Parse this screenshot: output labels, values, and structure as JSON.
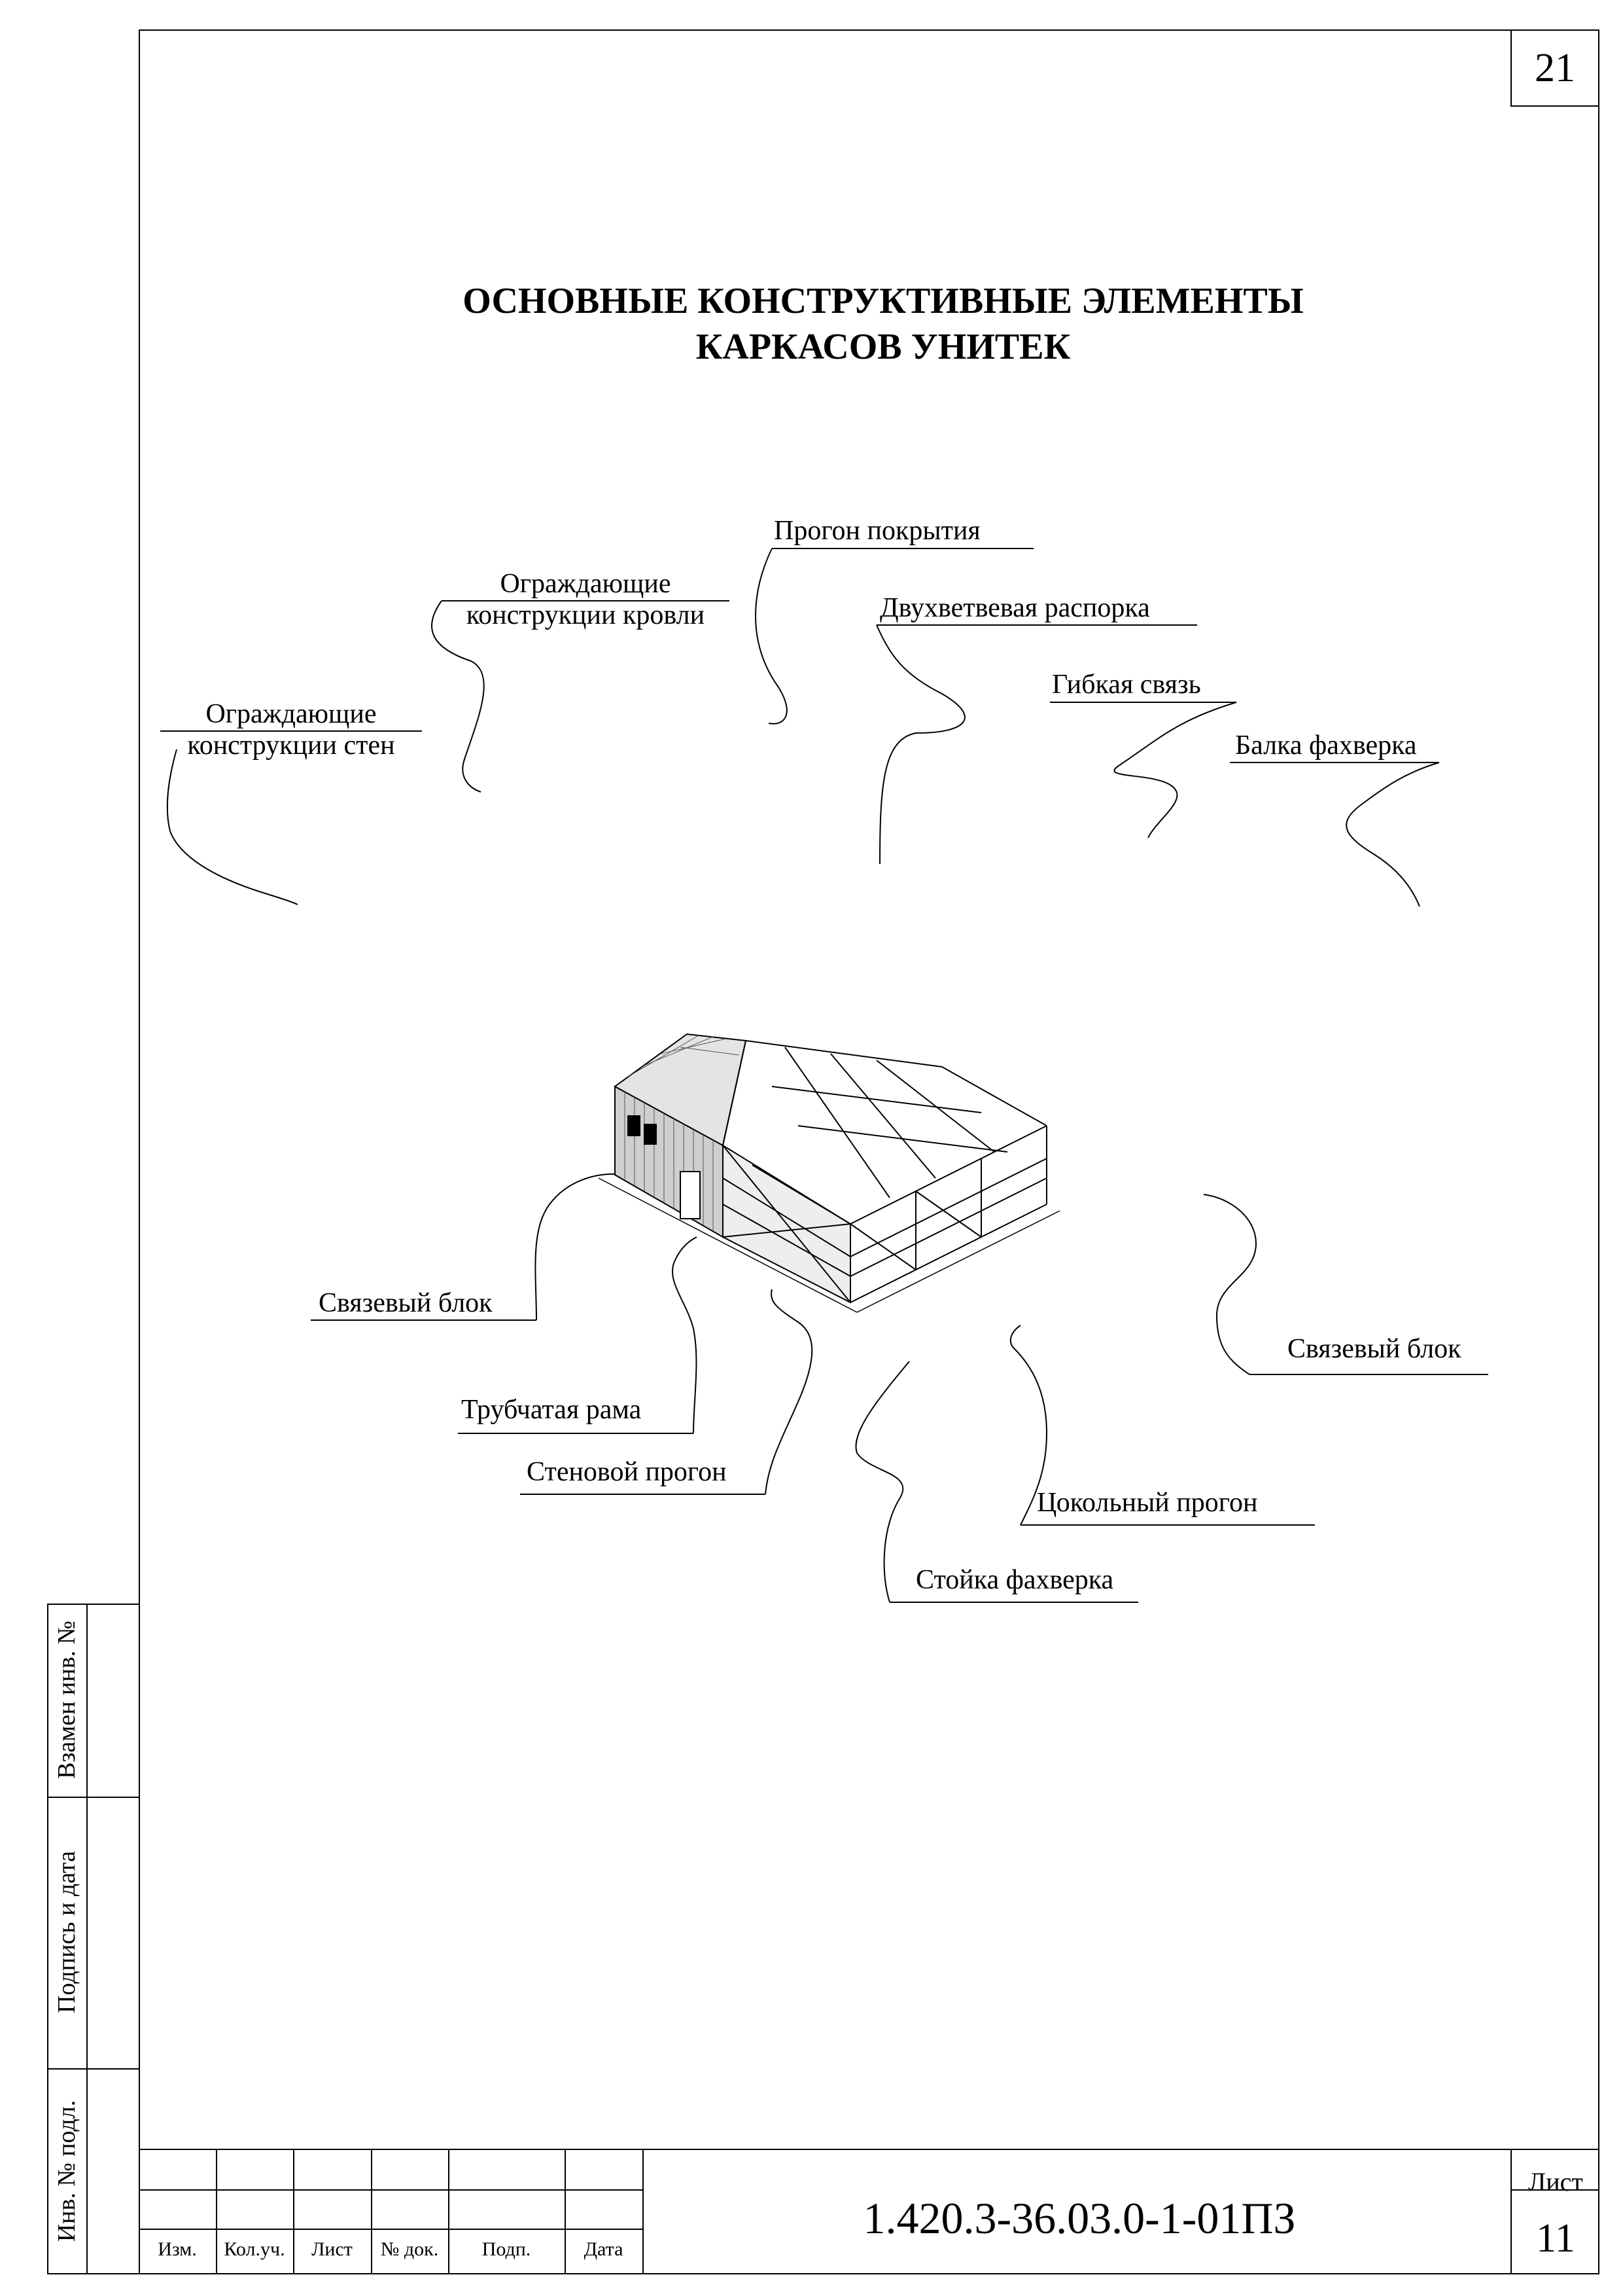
{
  "page_number": "21",
  "title": {
    "line1": "ОСНОВНЫЕ КОНСТРУКТИВНЫЕ ЭЛЕМЕНТЫ",
    "line2": "КАРКАСОВ УНИТЕК"
  },
  "callouts": {
    "roof_purlin": "Прогон покрытия",
    "roof_cladding_1": "Ограждающие",
    "roof_cladding_2": "конструкции кровли",
    "double_strut": "Двухветвевая распорка",
    "flexible_brace": "Гибкая связь",
    "wall_cladding_1": "Ограждающие",
    "wall_cladding_2": "конструкции стен",
    "framework_beam": "Балка фахверка",
    "bracing_block_left": "Связевый блок",
    "bracing_block_right": "Связевый блок",
    "tubular_frame": "Трубчатая рама",
    "wall_purlin": "Стеновой прогон",
    "plinth_purlin": "Цокольный прогон",
    "framework_post": "Стойка фахверка"
  },
  "side_stamp": {
    "replaced_inv": "Взамен инв. №",
    "signature_date": "Подпись и дата",
    "inv_original": "Инв. № подл."
  },
  "title_block": {
    "headers": [
      "Изм.",
      "Кол.уч.",
      "Лист",
      "№ док.",
      "Подп.",
      "Дата"
    ],
    "doc_code": "1.420.3-36.03.0-1-01ПЗ",
    "sheet_label": "Лист",
    "sheet_number": "11"
  }
}
